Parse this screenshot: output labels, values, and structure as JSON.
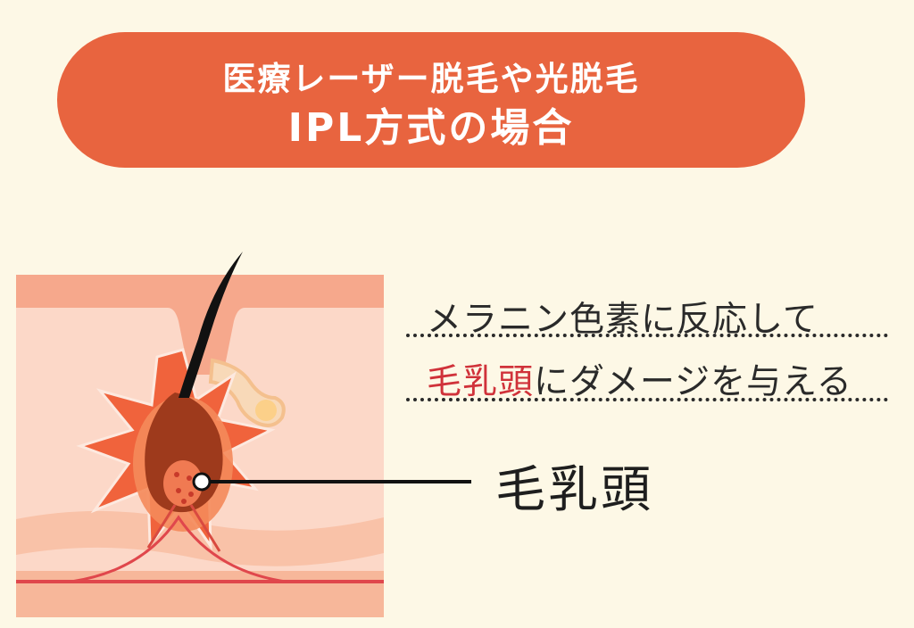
{
  "title": {
    "line1": "医療レーザー脱毛や光脱毛",
    "line2": "IPL方式の場合"
  },
  "caption": {
    "line1": "メラニン色素に反応して",
    "line2_highlight": "毛乳頭",
    "line2_rest": "にダメージを与える"
  },
  "label": {
    "dermal_papilla": "毛乳頭"
  },
  "colors": {
    "background": "#fdf8e6",
    "title_fill": "#e8643f",
    "highlight_text": "#d0323a",
    "skin_outer": "#f6a88c",
    "skin_inner": "#fcd8c8",
    "follicle": "#9e3a1c",
    "burst": "#f0633c",
    "hair": "#111111"
  }
}
